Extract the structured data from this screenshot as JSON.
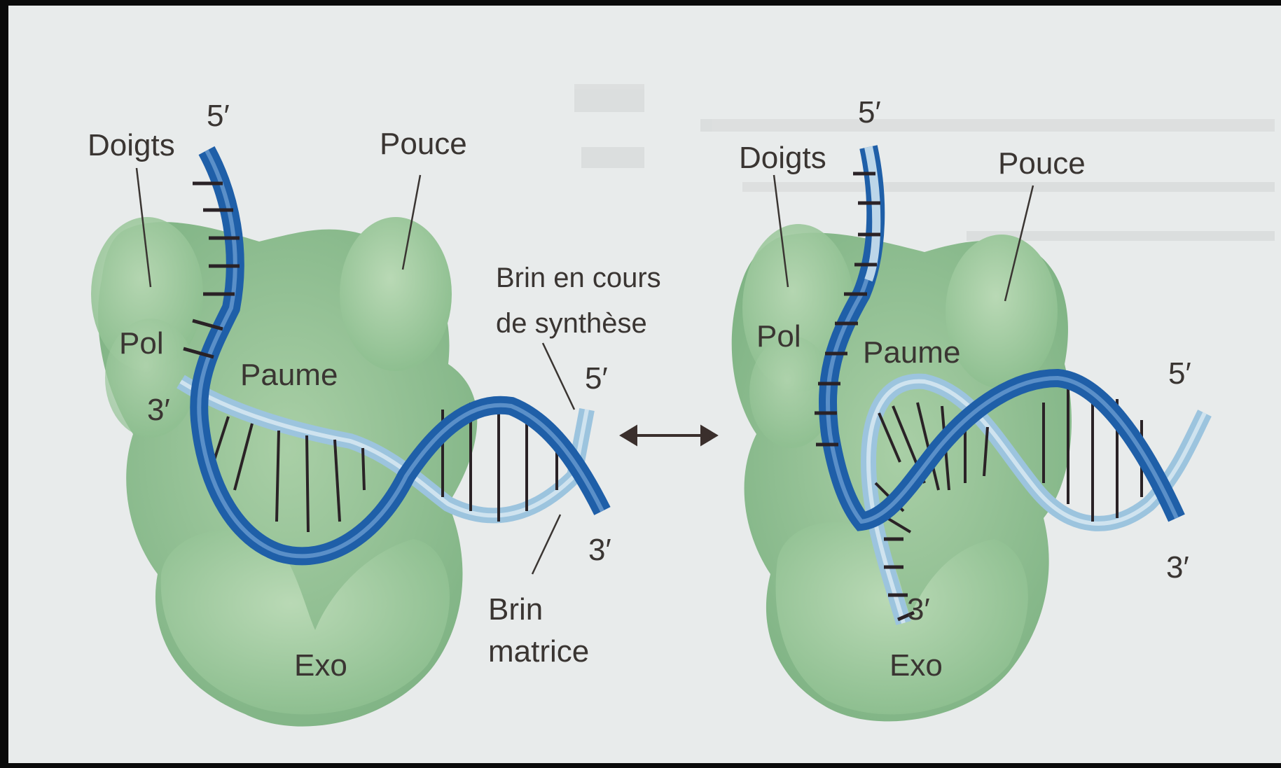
{
  "left_panel": {
    "labels": {
      "fingers": "Doigts",
      "thumb": "Pouce",
      "pol": "Pol",
      "palm": "Paume",
      "exo": "Exo",
      "template_5": "5′",
      "template_3": "3′",
      "new_5": "5′",
      "new_3": "3′",
      "new_strand_line1": "Brin en cours",
      "new_strand_line2": "de synthèse",
      "template_strand_line1": "Brin",
      "template_strand_line2": "matrice"
    }
  },
  "arrow_label": "↔",
  "right_panel": {
    "labels": {
      "fingers": "Doigts",
      "thumb": "Pouce",
      "pol": "Pol",
      "palm": "Paume",
      "exo": "Exo",
      "top_5": "5′",
      "right_5": "5′",
      "right_3": "3′",
      "exo_3": "3′"
    }
  },
  "colors": {
    "background_page": "#e9ecec",
    "enzyme": "#8fbf92",
    "template_strand": "#1f5fa8",
    "new_strand": "#9cc4de",
    "base_pairs": "#2a2226"
  }
}
